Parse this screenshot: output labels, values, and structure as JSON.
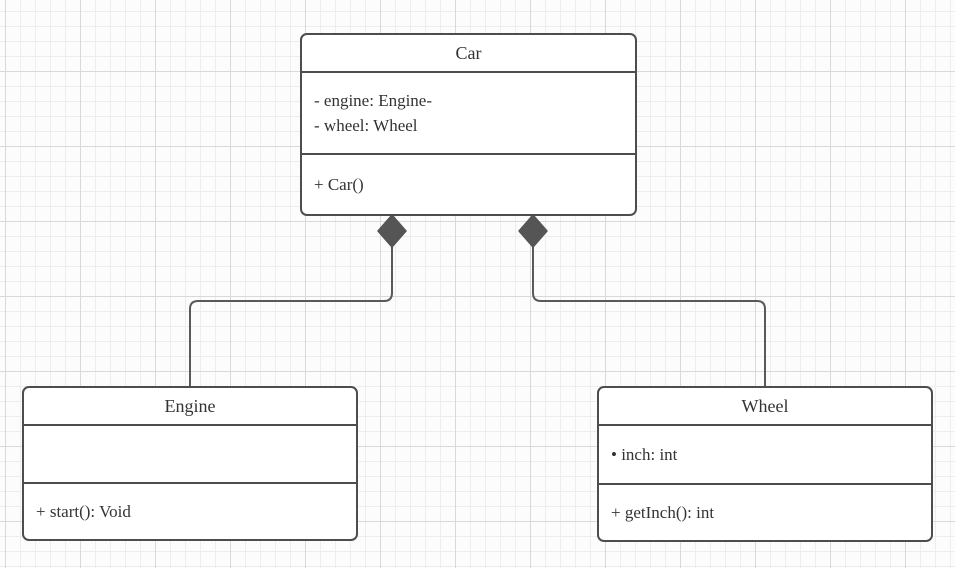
{
  "diagram": {
    "type": "uml-class-diagram",
    "classes": [
      {
        "id": "car",
        "title": "Car",
        "attributes": [
          "- engine: Engine-",
          "- wheel: Wheel"
        ],
        "methods": [
          "+ Car()"
        ]
      },
      {
        "id": "engine",
        "title": "Engine",
        "attributes": [],
        "methods": [
          "+ start(): Void"
        ]
      },
      {
        "id": "wheel",
        "title": "Wheel",
        "attributes": [
          "• inch: int"
        ],
        "methods": [
          "+ getInch(): int"
        ]
      }
    ],
    "relationships": [
      {
        "from": "Car",
        "to": "Engine",
        "type": "composition",
        "marker": "filled-diamond"
      },
      {
        "from": "Car",
        "to": "Wheel",
        "type": "composition",
        "marker": "filled-diamond"
      }
    ]
  },
  "colors": {
    "canvas_bg": "#fcfcfc",
    "grid_minor": "#ededed",
    "grid_major": "#d9d9d9",
    "box_border": "#4d4d4d",
    "box_fill": "#ffffff",
    "text_color": "#333333",
    "connector": "#595959",
    "diamond": "#555555"
  }
}
